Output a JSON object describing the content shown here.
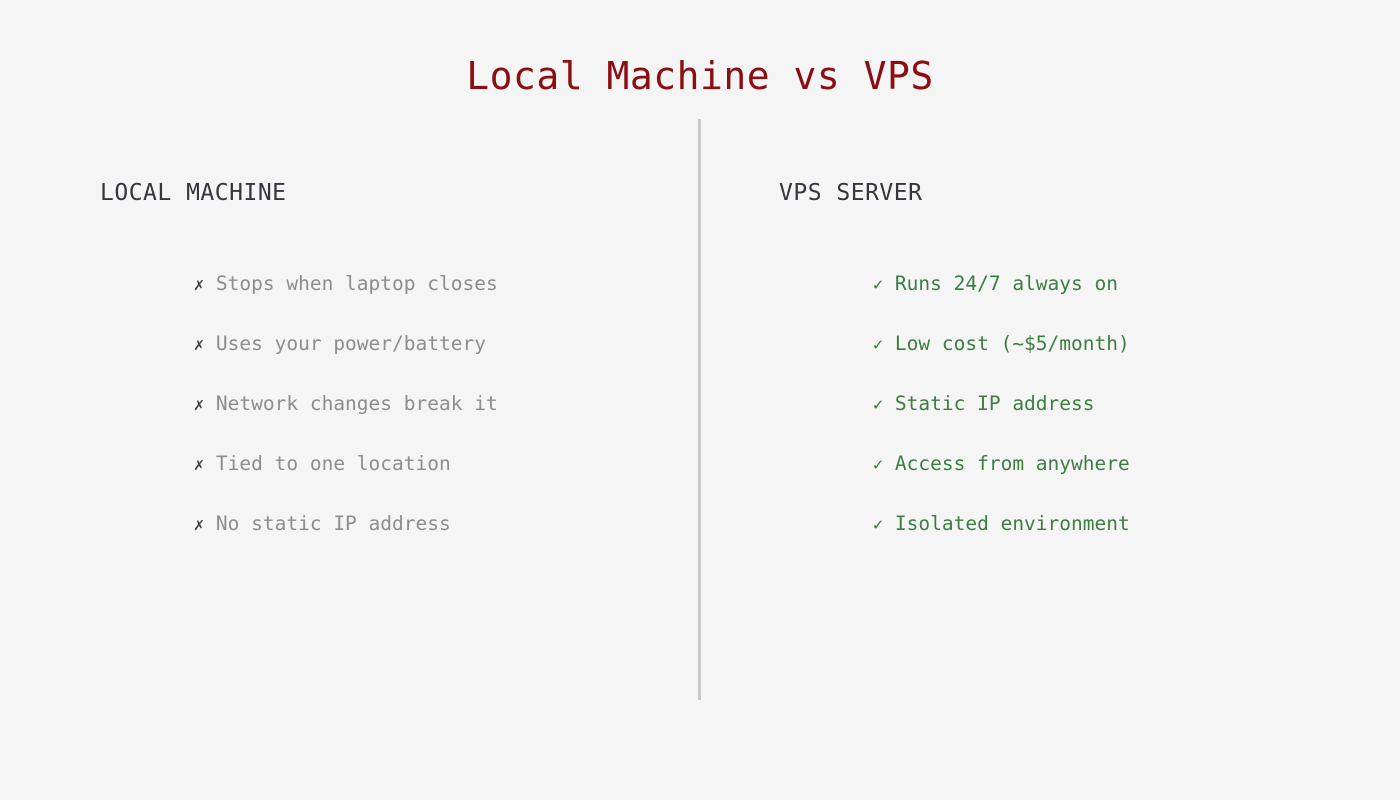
{
  "page": {
    "title": "Local Machine vs VPS",
    "background_color": "#f5f5f5",
    "title_color": "#8b0f12",
    "divider_color": "#c9c9c9"
  },
  "columns": {
    "left": {
      "header": "LOCAL MACHINE",
      "header_color": "#34373c",
      "mark_icon": "✗",
      "mark_color": "#3c3f44",
      "text_color": "#8d8d8d",
      "items": [
        {
          "mark": "✗",
          "label": "Stops when laptop closes"
        },
        {
          "mark": "✗",
          "label": "Uses your power/battery"
        },
        {
          "mark": "✗",
          "label": "Network changes break it"
        },
        {
          "mark": "✗",
          "label": "Tied to one location"
        },
        {
          "mark": "✗",
          "label": "No static IP address"
        }
      ]
    },
    "right": {
      "header": "VPS SERVER",
      "header_color": "#34373c",
      "mark_icon": "✓",
      "mark_color": "#2e7d32",
      "text_color": "#3d7d41",
      "items": [
        {
          "mark": "✓",
          "label": "Runs 24/7 always on"
        },
        {
          "mark": "✓",
          "label": "Low cost (~$5/month)"
        },
        {
          "mark": "✓",
          "label": "Static IP address"
        },
        {
          "mark": "✓",
          "label": "Access from anywhere"
        },
        {
          "mark": "✓",
          "label": "Isolated environment"
        }
      ]
    }
  }
}
